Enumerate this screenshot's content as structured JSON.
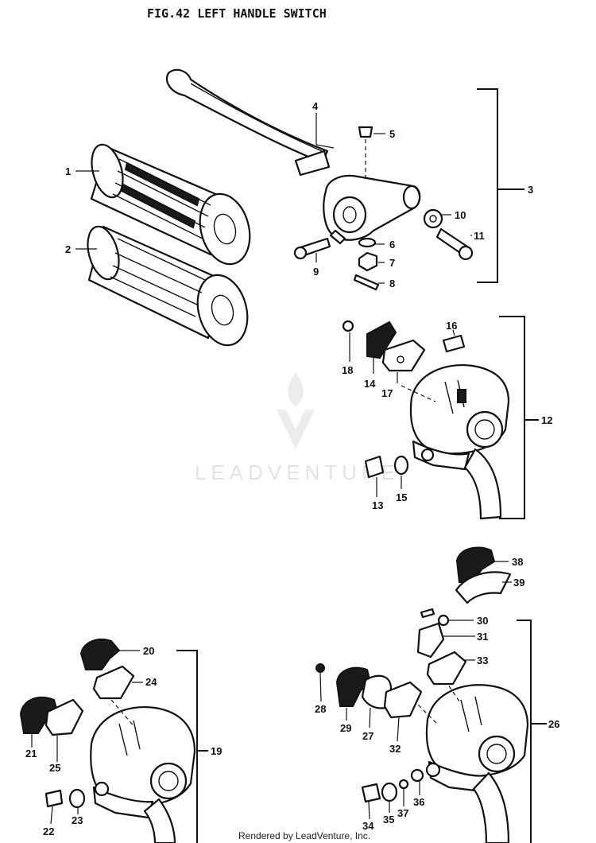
{
  "title": "FIG.42  LEFT HANDLE SWITCH",
  "watermark": "LEADVENTURE",
  "credit": "Rendered by LeadVenture, Inc.",
  "callouts": [
    "1",
    "2",
    "3",
    "4",
    "5",
    "6",
    "7",
    "8",
    "9",
    "10",
    "11",
    "12",
    "13",
    "14",
    "15",
    "16",
    "17",
    "18",
    "19",
    "20",
    "21",
    "22",
    "23",
    "24",
    "25",
    "26",
    "27",
    "28",
    "29",
    "30",
    "31",
    "32",
    "33",
    "34",
    "35",
    "36",
    "37",
    "38",
    "39"
  ]
}
